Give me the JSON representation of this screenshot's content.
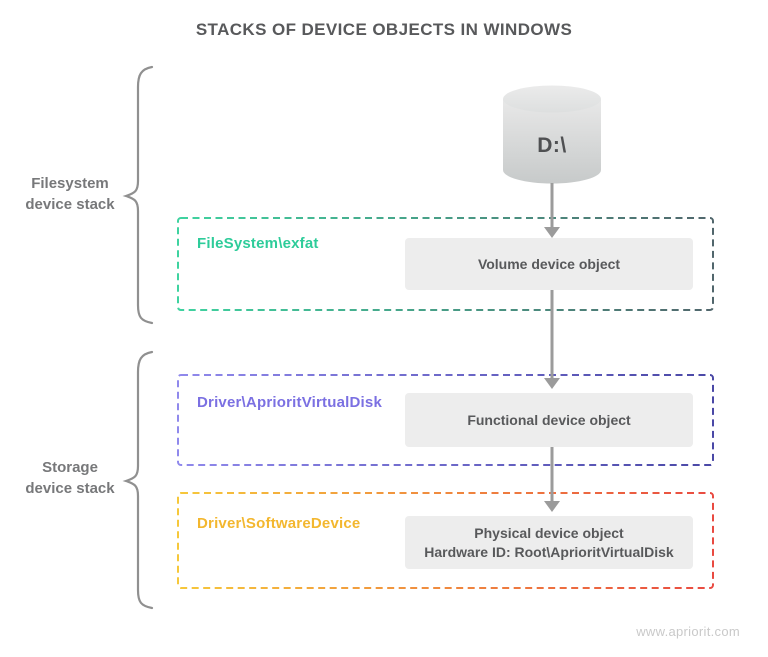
{
  "title": "STACKS OF DEVICE OBJECTS IN WINDOWS",
  "watermark": "www.apriorit.com",
  "disk": {
    "label": "D:\\"
  },
  "stacks": [
    {
      "line1": "Filesystem",
      "line2": "device stack"
    },
    {
      "line1": "Storage",
      "line2": "device stack"
    }
  ],
  "boxes": [
    {
      "driver": "FileSystem\\exfat",
      "object_lines": [
        "Volume device object"
      ]
    },
    {
      "driver": "Driver\\AprioritVirtualDisk",
      "object_lines": [
        "Functional device object"
      ]
    },
    {
      "driver": "Driver\\SoftwareDevice",
      "object_lines": [
        "Physical device object",
        "Hardware ID: Root\\AprioritVirtualDisk"
      ]
    }
  ],
  "colors": {
    "title_text": "#58595b",
    "body_text": "#58595b",
    "muted_text": "#77787a",
    "watermark_text": "#c9c9c9",
    "disk_text": "#4f5052",
    "arrow": "#9b9b9b",
    "brace": "#909090",
    "inner_box_bg": "#ededed",
    "box1_label": "#2ecc9a",
    "box1_border_start": "#3fd3a0",
    "box1_border_end": "#51666c",
    "box2_label": "#7b70e2",
    "box2_border_start": "#9089ec",
    "box2_border_end": "#4a48a6",
    "box3_label": "#f3b72f",
    "box3_border_start": "#f6c83b",
    "box3_border_end": "#e94a41",
    "cylinder_top": "#ebebeb",
    "cylinder_top_end": "#dddfdf",
    "cylinder_body_start": "#e8e8e8",
    "cylinder_body_end": "#c7caca"
  }
}
